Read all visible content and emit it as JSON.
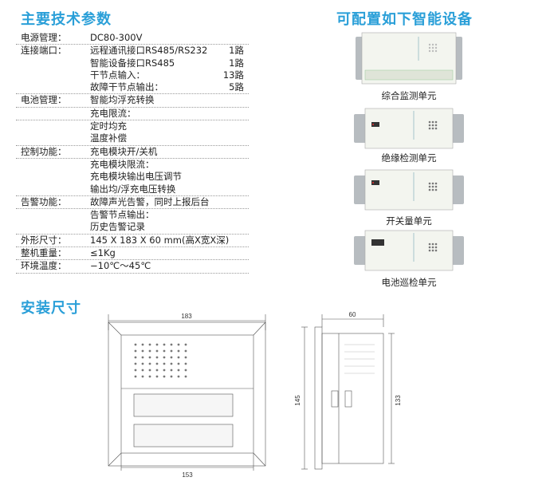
{
  "headings": {
    "specs": "主要技术参数",
    "devices": "可配置如下智能设备",
    "install": "安装尺寸"
  },
  "specs": [
    {
      "label": "电源管理：",
      "value": "DC80-300V",
      "count": "",
      "sep": true
    },
    {
      "label": "连接端口：",
      "value": "远程通讯接口RS485/RS232",
      "count": "1路",
      "sep": false
    },
    {
      "label": "",
      "value": "智能设备接口RS485",
      "count": "1路",
      "sep": false
    },
    {
      "label": "",
      "value": "干节点输入：",
      "count": "13路",
      "sep": false
    },
    {
      "label": "",
      "value": "故障干节点输出：",
      "count": "5路",
      "sep": true
    },
    {
      "label": "电池管理：",
      "value": "智能均浮充转换",
      "count": "",
      "sep": true
    },
    {
      "label": "",
      "value": "充电限流：",
      "count": "",
      "sep": true
    },
    {
      "label": "",
      "value": "定时均充",
      "count": "",
      "sep": false
    },
    {
      "label": "",
      "value": "温度补偿",
      "count": "",
      "sep": true
    },
    {
      "label": "控制功能：",
      "value": "充电模块开/关机",
      "count": "",
      "sep": true
    },
    {
      "label": "",
      "value": "充电模块限流：",
      "count": "",
      "sep": false
    },
    {
      "label": "",
      "value": "充电模块输出电压调节",
      "count": "",
      "sep": false
    },
    {
      "label": "",
      "value": "输出均/浮充电压转换",
      "count": "",
      "sep": true
    },
    {
      "label": "告警功能：",
      "value": "故障声光告警，同时上报后台",
      "count": "",
      "sep": true
    },
    {
      "label": "",
      "value": "告警节点输出：",
      "count": "",
      "sep": false
    },
    {
      "label": "",
      "value": "历史告警记录",
      "count": "",
      "sep": true
    },
    {
      "label": "外形尺寸：",
      "value": "145 X 183 X 60 mm(高X宽X深)",
      "count": "",
      "sep": true
    },
    {
      "label": "整机重量：",
      "value": "≤1Kg",
      "count": "",
      "sep": true
    },
    {
      "label": "环境温度：",
      "value": "−10℃～45℃",
      "count": "",
      "sep": true
    }
  ],
  "devices": [
    {
      "caption": "综合监测单元"
    },
    {
      "caption": "绝缘检测单元"
    },
    {
      "caption": "开关量单元"
    },
    {
      "caption": "电池巡检单元"
    }
  ],
  "dimensions": {
    "front_width": "183",
    "front_bottom_width": "153",
    "side_depth": "60",
    "side_height": "145",
    "side_inner_height": "133"
  },
  "colors": {
    "heading": "#2a9fd8",
    "device_body": "#f3f5ef",
    "device_bracket": "#b7bcc0"
  }
}
